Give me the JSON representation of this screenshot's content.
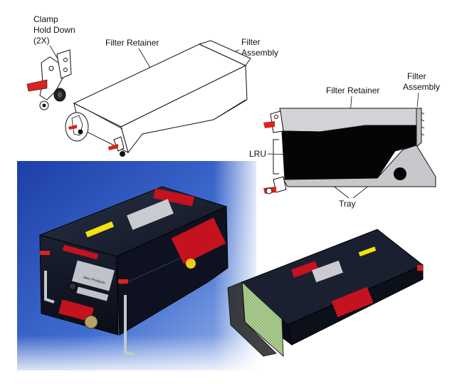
{
  "colors": {
    "photo_bg_top": "#1d3fa7",
    "photo_bg_mid": "#5a84d6",
    "photo_bg_fade": "#ffffff",
    "unit_body": "#141a2a",
    "warning_red": "#c4121f",
    "clamp_red": "#d9231f",
    "yellow_tag": "#f2e20e",
    "tray_gray": "#c7c8cc",
    "filter_gray": "#d1d3d6",
    "filter_mesh": "#a6c98b"
  },
  "drawing_left": {
    "clamp_label": [
      "Clamp",
      "Hold Down",
      "(2X)"
    ],
    "retainer_label": "Filter Retainer",
    "assembly_label": [
      "Filter",
      "Assembly"
    ]
  },
  "drawing_right": {
    "retainer_label": "Filter Retainer",
    "assembly_label": [
      "Filter",
      "Assembly"
    ],
    "lru_label": "LRU",
    "tray_label": "Tray"
  },
  "photo": {
    "nameplate_text": "Aero Products"
  },
  "icons": [
    "clamp-icon",
    "filter-icon",
    "unit-icon"
  ]
}
